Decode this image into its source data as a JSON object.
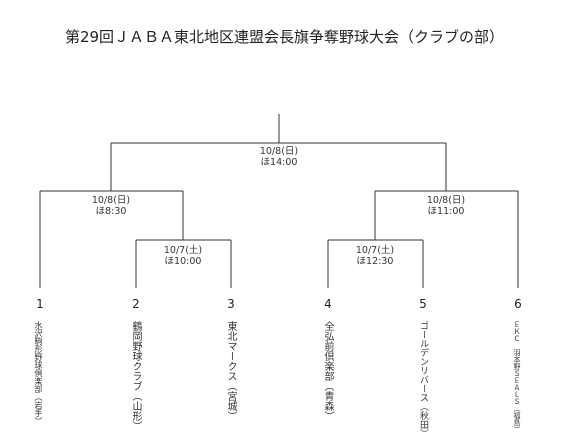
{
  "title": "第29回ＪＡＢＡ東北地区連盟会長旗争奪野球大会（クラブの部）",
  "final": {
    "date": "10/8(日)",
    "time": "ほ14:00"
  },
  "semis": [
    {
      "date": "10/8(日)",
      "time": "ほ8:30"
    },
    {
      "date": "10/8(日)",
      "time": "ほ11:00"
    }
  ],
  "quarters": [
    {
      "date": "10/7(土)",
      "time": "ほ10:00"
    },
    {
      "date": "10/7(土)",
      "time": "ほ12:30"
    }
  ],
  "teams": [
    {
      "seed": "1",
      "name": "水沢駒形野球倶楽部（岩手）"
    },
    {
      "seed": "2",
      "name": "鶴岡野球クラブ（山形）"
    },
    {
      "seed": "3",
      "name": "東北マークス（宮城）"
    },
    {
      "seed": "4",
      "name": "全弘前倶楽部（青森）"
    },
    {
      "seed": "5",
      "name": "ゴールデンリバース（秋田）"
    },
    {
      "seed": "6",
      "name": "ＥＫＣ　羽本野ＳＥＡＬＳ（福島）"
    }
  ]
}
